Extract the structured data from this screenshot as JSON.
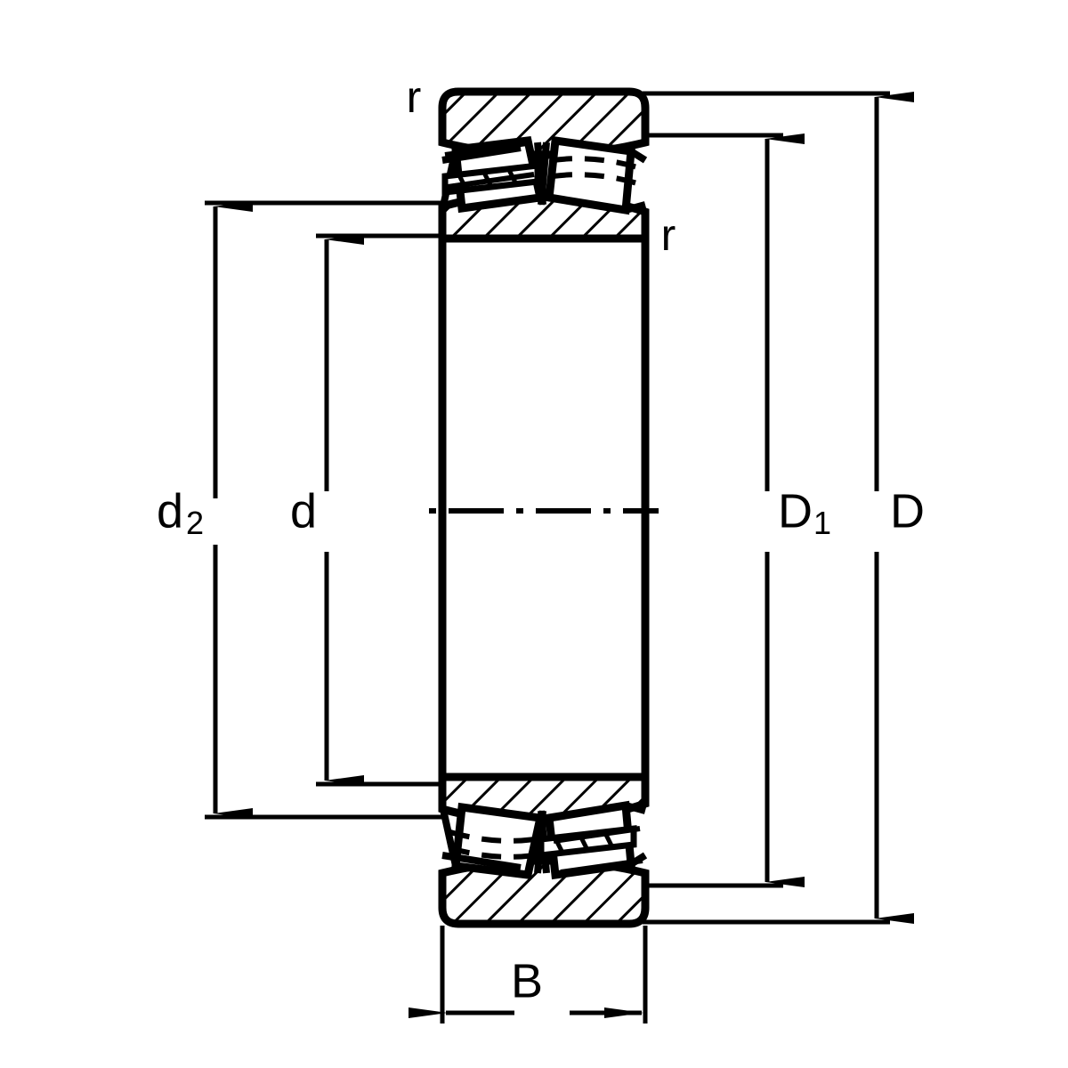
{
  "drawing": {
    "type": "technical-cross-section",
    "subject": "spherical roller bearing",
    "background_color": "#ffffff",
    "line_color": "#000000"
  },
  "dimensions": {
    "d2": {
      "label": "d",
      "subscript": "2",
      "position": "left-outer",
      "orientation": "vertical"
    },
    "d": {
      "label": "d",
      "subscript": "",
      "position": "left-inner",
      "orientation": "vertical"
    },
    "D1": {
      "label": "D",
      "subscript": "1",
      "position": "right-inner",
      "orientation": "vertical"
    },
    "D": {
      "label": "D",
      "subscript": "",
      "position": "right-outer",
      "orientation": "vertical"
    },
    "B": {
      "label": "B",
      "subscript": "",
      "position": "bottom",
      "orientation": "horizontal"
    }
  },
  "radii": {
    "top_left": {
      "label": "r"
    },
    "right": {
      "label": "r"
    }
  },
  "centerline": {
    "style": "dash-dot",
    "label": ""
  }
}
